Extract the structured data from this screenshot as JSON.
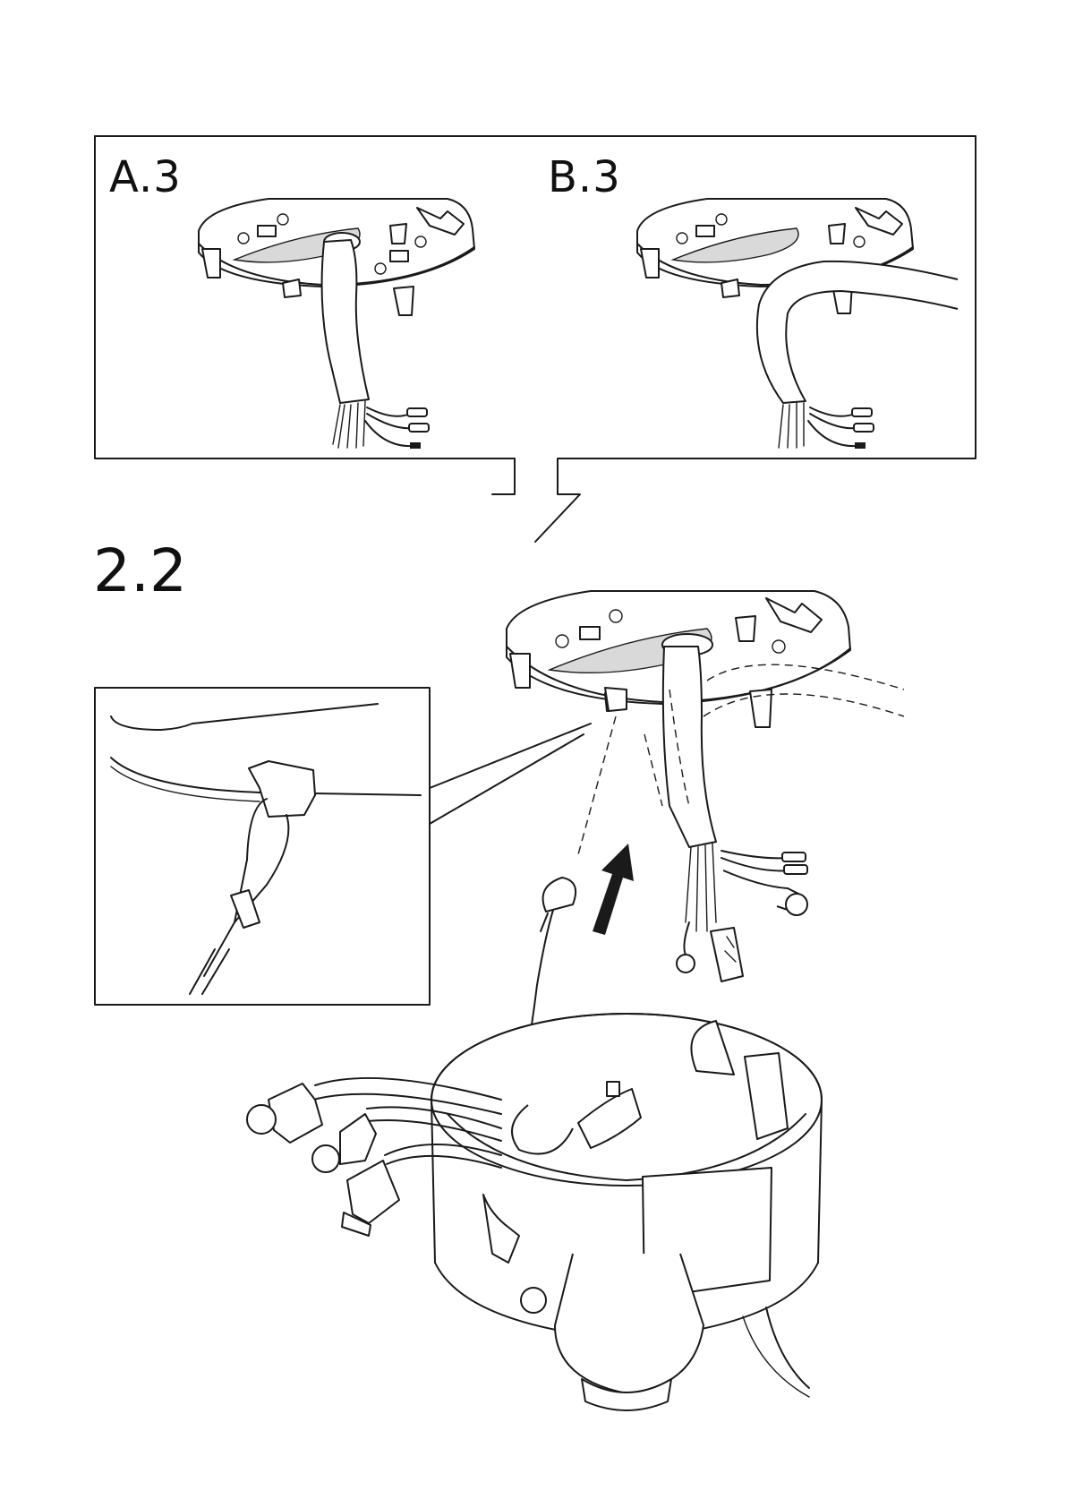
{
  "panel_top": {
    "label_a": "A.3",
    "label_b": "B.3"
  },
  "step": {
    "label": "2.2"
  },
  "icons": {
    "a3": "mounting-plate-cable-through-center-icon",
    "b3": "mounting-plate-cable-side-exit-icon",
    "main": "dome-camera-mount-icon",
    "detail": "safety-wire-hook-detail-icon",
    "arrow": "arrow-up-icon"
  }
}
